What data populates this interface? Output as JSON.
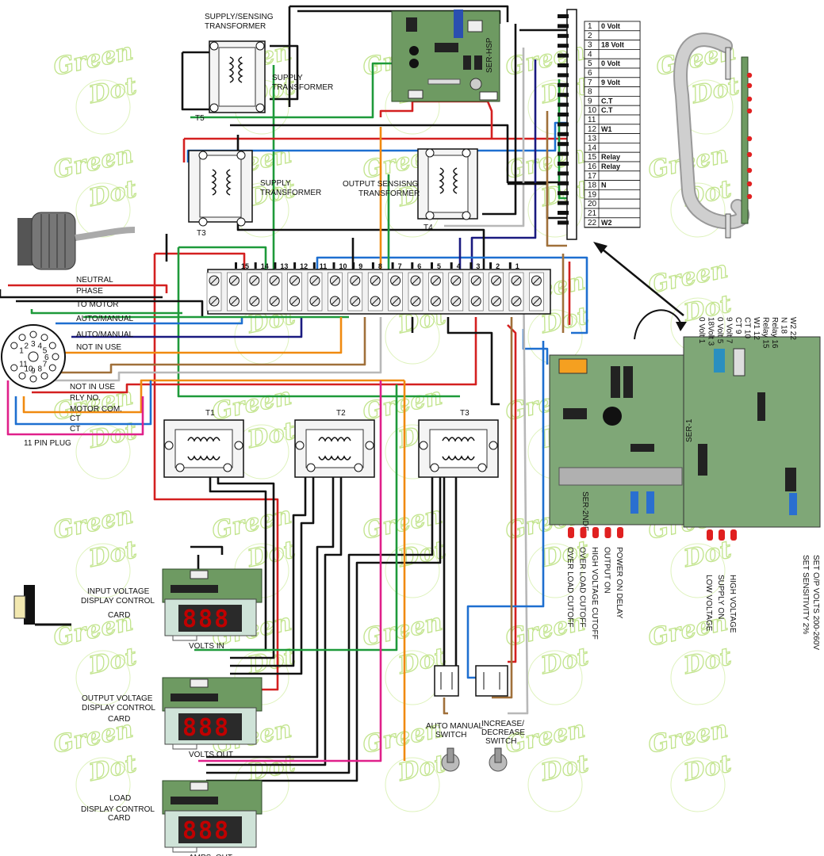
{
  "transformers_top": {
    "supply_sensing": {
      "line1": "SUPPLY/SENSING",
      "line2": "TRANSFORMER",
      "id": "T5"
    },
    "supply_t5": {
      "line1": "SUPPLY",
      "line2": "TRANSFORMER"
    },
    "supply_t3": {
      "line1": "SUPPLY",
      "line2": "TRANSFORMER",
      "id": "T3"
    },
    "output_sensing": {
      "line1": "OUTPUT SENSISNG",
      "line2": "TRANSFORMER",
      "id": "T4"
    }
  },
  "top_board": {
    "label": "SER-HSP"
  },
  "connector_table": [
    {
      "pin": "1",
      "label": "0 Volt"
    },
    {
      "pin": "2",
      "label": ""
    },
    {
      "pin": "3",
      "label": "18 Volt"
    },
    {
      "pin": "4",
      "label": ""
    },
    {
      "pin": "5",
      "label": "0 Volt"
    },
    {
      "pin": "6",
      "label": ""
    },
    {
      "pin": "7",
      "label": "9 Volt"
    },
    {
      "pin": "8",
      "label": ""
    },
    {
      "pin": "9",
      "label": "C.T"
    },
    {
      "pin": "10",
      "label": "C.T"
    },
    {
      "pin": "11",
      "label": ""
    },
    {
      "pin": "12",
      "label": "W1"
    },
    {
      "pin": "13",
      "label": ""
    },
    {
      "pin": "14",
      "label": ""
    },
    {
      "pin": "15",
      "label": "Relay"
    },
    {
      "pin": "16",
      "label": "Relay"
    },
    {
      "pin": "17",
      "label": ""
    },
    {
      "pin": "18",
      "label": "N"
    },
    {
      "pin": "19",
      "label": ""
    },
    {
      "pin": "20",
      "label": ""
    },
    {
      "pin": "21",
      "label": ""
    },
    {
      "pin": "22",
      "label": "W2"
    }
  ],
  "terminal_strip": {
    "numbers": [
      "15",
      "14",
      "13",
      "12",
      "11",
      "10",
      "9",
      "8",
      "7",
      "6",
      "5",
      "4",
      "3",
      "2",
      "1"
    ]
  },
  "plug": {
    "title": "11 PIN  PLUG",
    "pins": [
      "1",
      "2",
      "3",
      "4",
      "5",
      "6",
      "7",
      "8",
      "9",
      "10",
      "11"
    ],
    "wire_labels": [
      "NEUTRAL",
      "PHASE",
      "TO MOTOR",
      "AUTO/MANUAL",
      "AUTO/MANUAL",
      "NOT IN USE",
      "NOT IN USE",
      "RLY NO.",
      "MOTOR COM.",
      "CT",
      "CT"
    ]
  },
  "current_transformers": [
    "T1",
    "T2",
    "T3"
  ],
  "display_cards": [
    {
      "line1": "INPUT VOLTAGE",
      "line2": "DISPLAY CONTROL",
      "line3": "CARD",
      "caption": "VOLTS IN",
      "digits": "888"
    },
    {
      "line1": "OUTPUT VOLTAGE",
      "line2": "DISPLAY CONTROL",
      "line3": "CARD",
      "caption": "VOLTS OUT",
      "digits": "888"
    },
    {
      "line1": "LOAD",
      "line2": "DISPLAY CONTROL",
      "line3": "CARD",
      "caption": "AMPS. OUT",
      "digits": "888"
    }
  ],
  "switches": {
    "auto_manual": {
      "line1": "AUTO MANUAL",
      "line2": "SWITCH"
    },
    "increase_decrease": {
      "line1": "INCREASE/",
      "line2": "DECREASE",
      "line3": "SWITCH"
    }
  },
  "board_ser2ndf": {
    "label": "SER-2NDF",
    "leds": [
      "POWER ON DELAY",
      "OUTPUT ON",
      "HIGH VOLTAGE CUTOFF",
      "OVER LOAD CUTOFF",
      "OVER LOAD CUTOFF"
    ]
  },
  "board_ser1": {
    "label": "SER-1",
    "leds": [
      "HIGH VOLTAGE",
      "SUPPLY ON",
      "LOW VOLTAGE"
    ],
    "settings": [
      "SET SENSITIVITY 2%",
      "SET O/P VOLTS 200-260V"
    ],
    "pin_labels": [
      "0 Volt  1",
      "18Volt  3",
      "0 Volt  5",
      "9 Volt  7",
      "CT  9",
      "CT  10",
      "W1  12",
      "Relay  15",
      "Relay  16",
      "N  18",
      "W2  22"
    ]
  },
  "watermark": {
    "word1": "Green",
    "word2": "Dot"
  },
  "colors": {
    "red": "#d42020",
    "blue": "#1e6fd0",
    "green": "#1e9a3a",
    "black": "#111111",
    "brown": "#a0703a",
    "orange": "#f08a10",
    "grey": "#b8b8b8",
    "navy": "#1a1a80",
    "magenta": "#e0208a",
    "watermark": "#b8e07a",
    "led": "#e02020"
  }
}
